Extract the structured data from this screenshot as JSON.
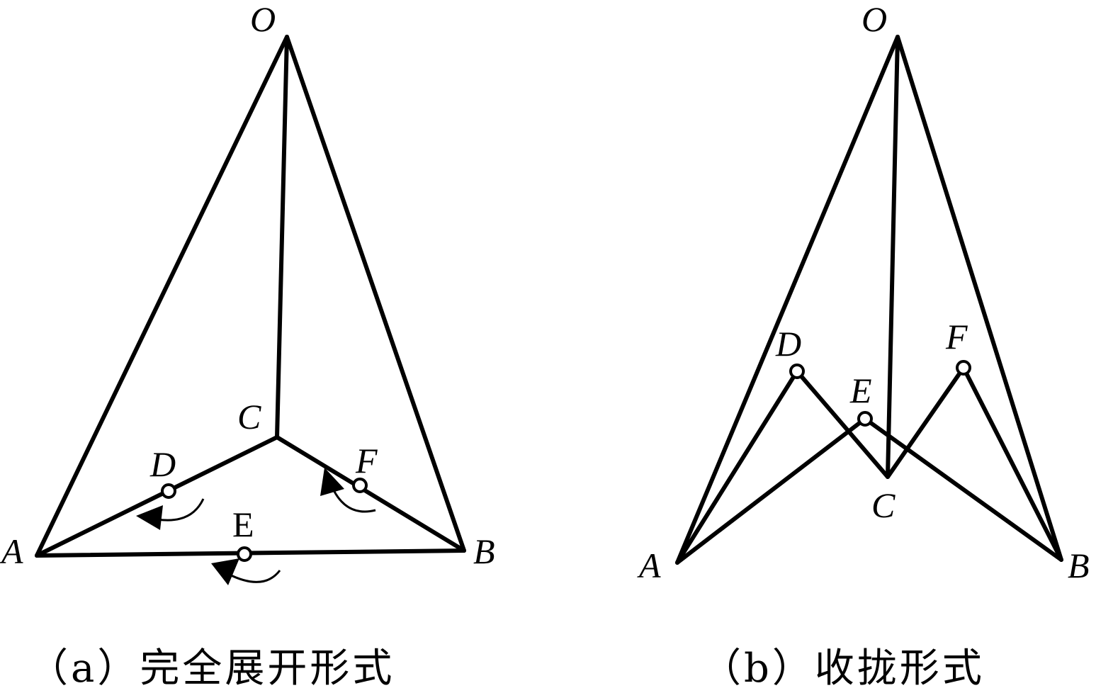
{
  "figure_a": {
    "caption": "（a）完全展开形式",
    "labels": {
      "O": "O",
      "A": "A",
      "B": "B",
      "C": "C",
      "D": "D",
      "E": "E",
      "F": "F"
    }
  },
  "figure_b": {
    "caption": "（b）收拢形式",
    "labels": {
      "O": "O",
      "A": "A",
      "B": "B",
      "C": "C",
      "D": "D",
      "E": "E",
      "F": "F"
    }
  }
}
